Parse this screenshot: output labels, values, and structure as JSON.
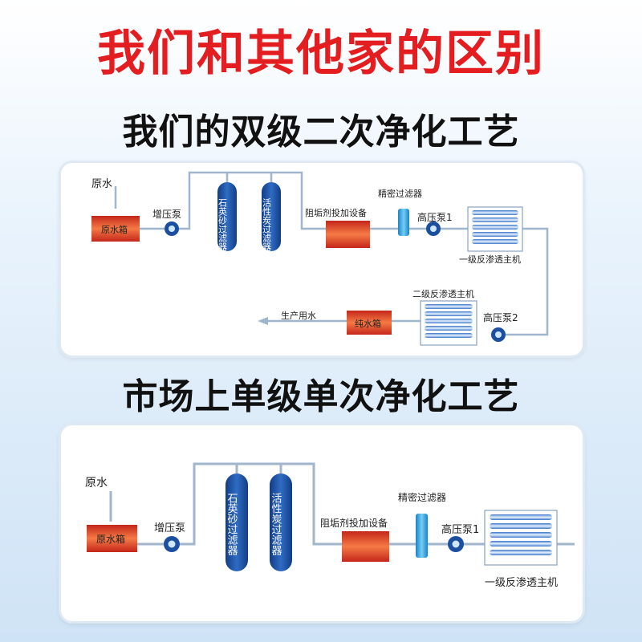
{
  "title": "我们和其他家的区别",
  "section1": {
    "heading": "我们的双级二次净化工艺",
    "labels": {
      "raw_water": "原水",
      "raw_tank": "原水箱",
      "booster_pump": "增压泵",
      "sand_filter": "石英砂过滤器",
      "carbon_filter": "活性炭过滤器",
      "dosing": "阻垢剂投加设备",
      "precision_filter": "精密过滤器",
      "hp_pump1": "高压泵1",
      "ro1": "一级反渗透主机",
      "ro2": "二级反渗透主机",
      "hp_pump2": "高压泵2",
      "pure_tank": "纯水箱",
      "production_water": "生产用水"
    }
  },
  "section2": {
    "heading": "市场上单级单次净化工艺",
    "labels": {
      "raw_water": "原水",
      "raw_tank": "原水箱",
      "booster_pump": "增压泵",
      "sand_filter": "石英砂过滤器",
      "carbon_filter": "活性炭过滤器",
      "dosing": "阻垢剂投加设备",
      "precision_filter": "精密过滤器",
      "hp_pump1": "高压泵1",
      "ro1": "一级反渗透主机"
    }
  },
  "colors": {
    "title_red": "#e41e20",
    "tank_red": "#d9381e",
    "filter_blue": "#1d4fa0",
    "pipe": "#9fb6cc"
  }
}
